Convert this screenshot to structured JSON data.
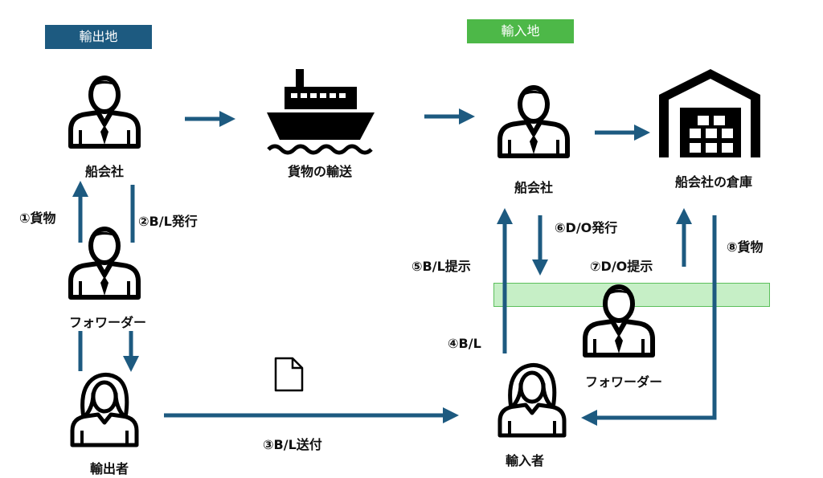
{
  "regions": {
    "export": "輸出地",
    "import": "輸入地"
  },
  "nodes": {
    "export_shipping_co": "船会社",
    "cargo_transport": "貨物の輸送",
    "import_shipping_co": "船会社",
    "shipping_co_warehouse": "船会社の倉庫",
    "export_forwarder": "フォワーダー",
    "exporter": "輸出者",
    "importer": "輸入者",
    "import_forwarder": "フォワーダー"
  },
  "steps": {
    "s1": "①貨物",
    "s2": "②B/L発行",
    "s3": "③B/L送付",
    "s4": "④B/L",
    "s5": "⑤B/L提示",
    "s6": "⑥D/O発行",
    "s7": "⑦D/O提示",
    "s8": "⑧貨物"
  },
  "icons": {
    "person": "businessman-icon",
    "woman": "woman-icon",
    "ship": "ship-icon",
    "warehouse": "warehouse-icon",
    "document": "document-icon"
  },
  "colors": {
    "arrow": "#1d5a80",
    "export_badge": "#1d5a80",
    "import_badge": "#4db848",
    "band": "#c6efc6"
  }
}
